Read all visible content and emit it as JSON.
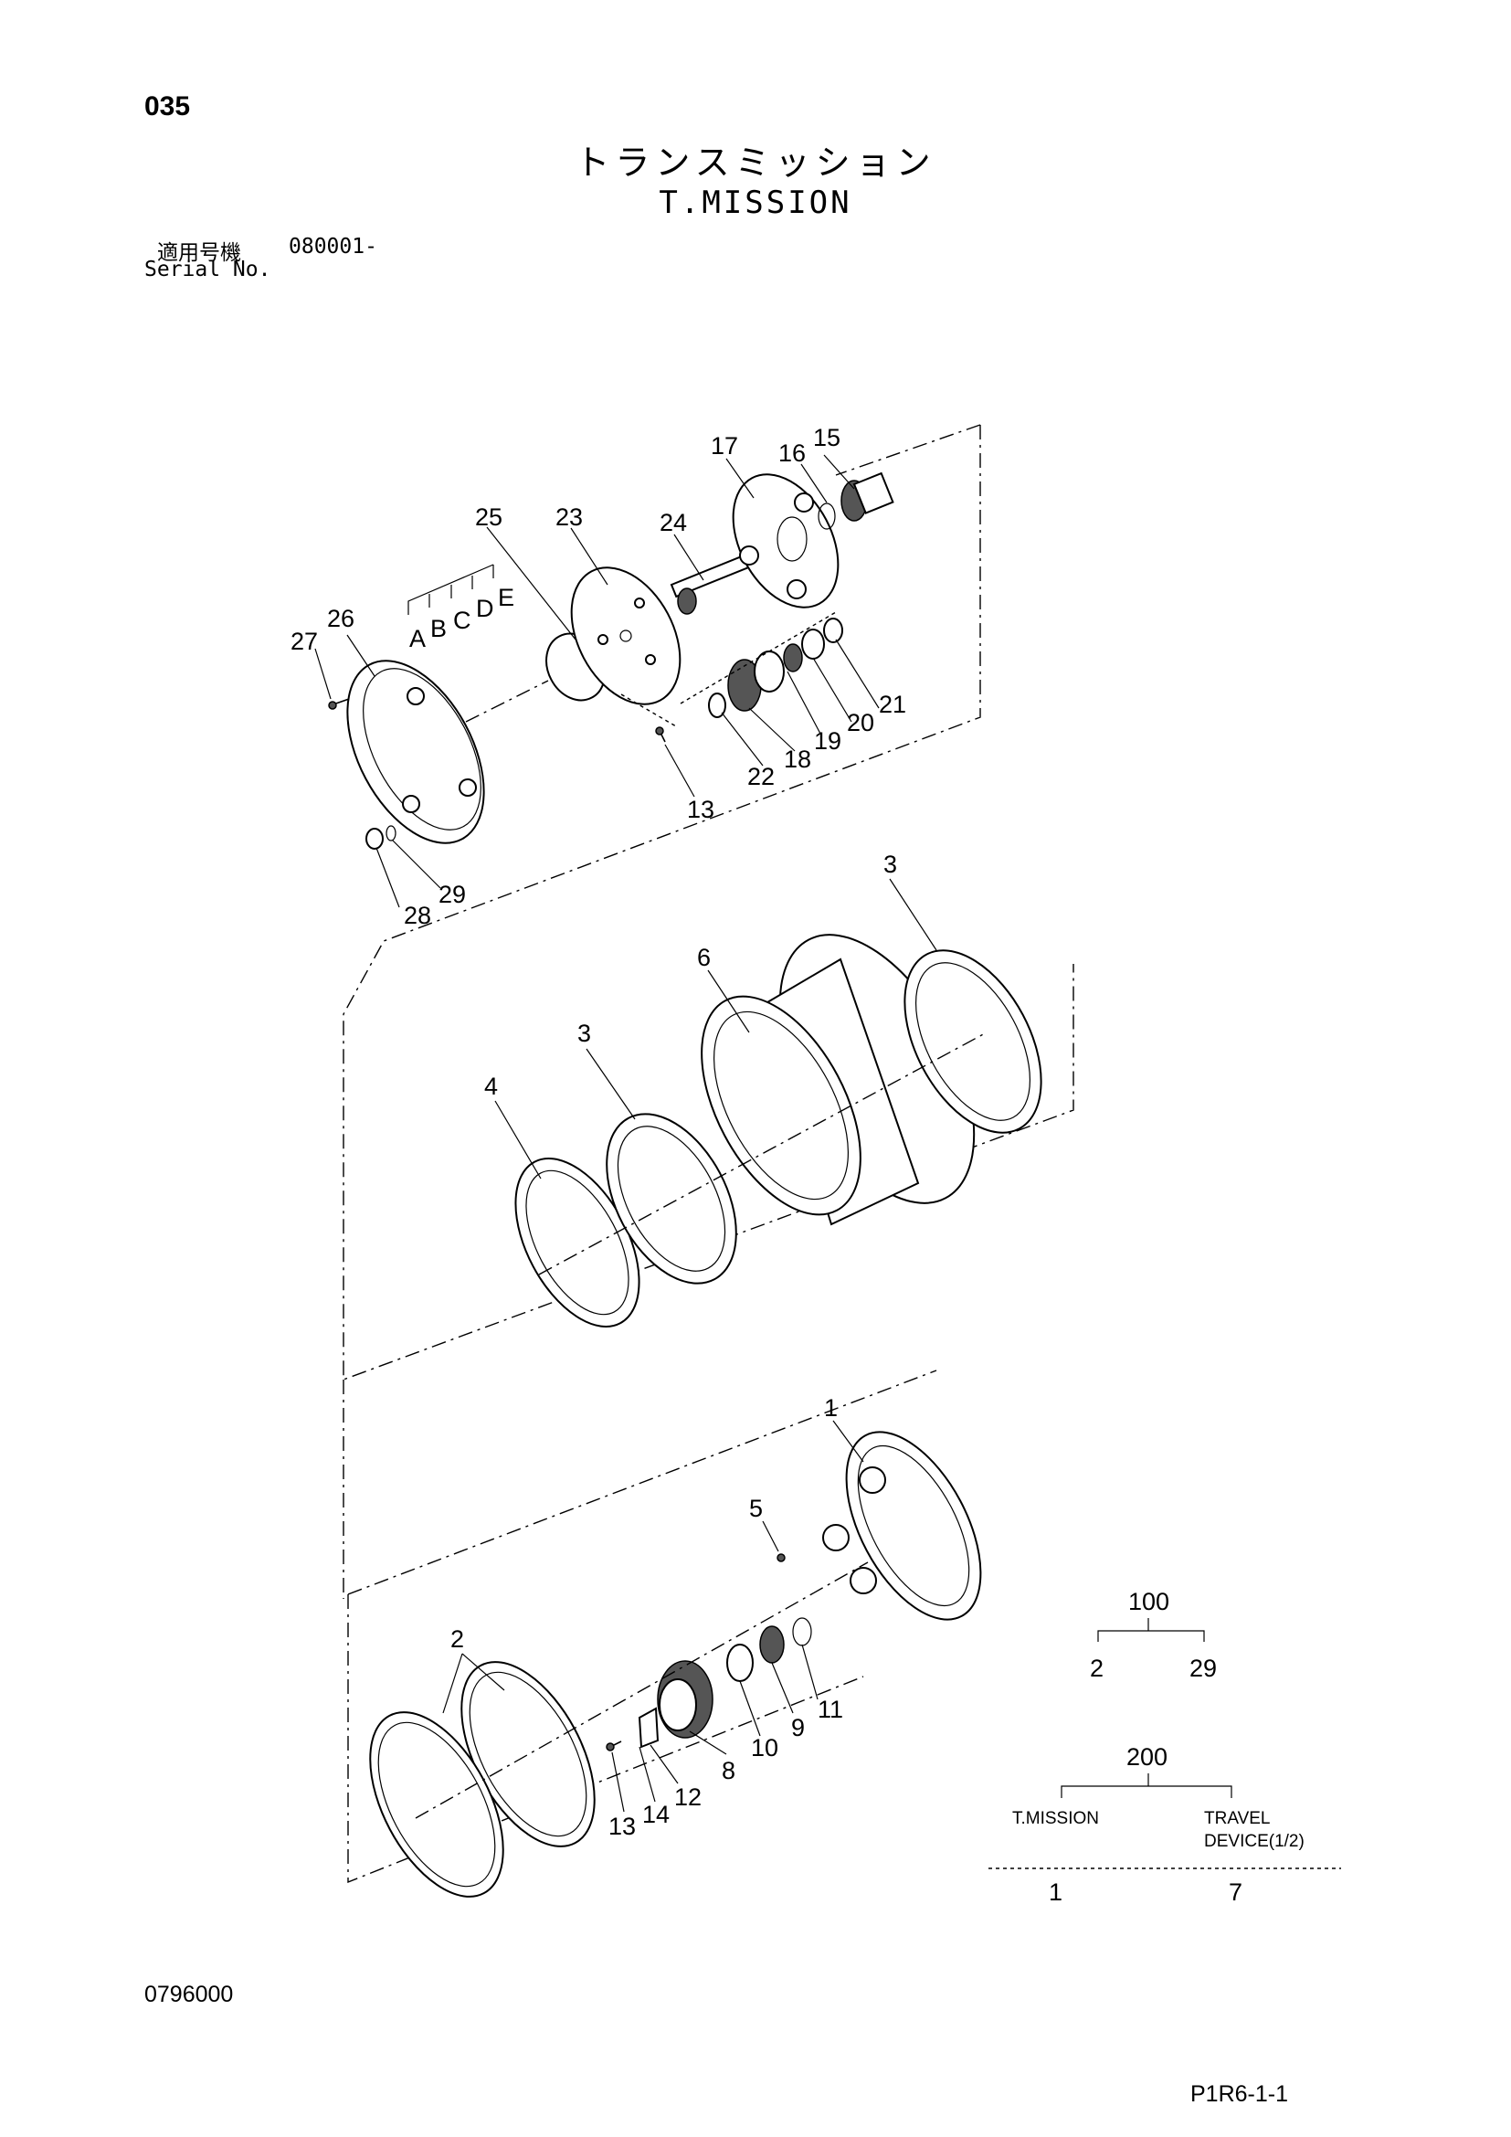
{
  "header": {
    "page_number": "035",
    "title_jp": "トランスミッション",
    "title_en": "T.MISSION",
    "serial_label_jp": "適用号機",
    "serial_value": "080001-",
    "serial_label_en": "Serial No."
  },
  "callouts": {
    "c1": "1",
    "c2": "2",
    "c3a": "3",
    "c3b": "3",
    "c4": "4",
    "c5": "5",
    "c6": "6",
    "c8": "8",
    "c9": "9",
    "c10": "10",
    "c11": "11",
    "c12": "12",
    "c13a": "13",
    "c13b": "13",
    "c14": "14",
    "c15": "15",
    "c16": "16",
    "c17": "17",
    "c18": "18",
    "c19": "19",
    "c20": "20",
    "c21": "21",
    "c22": "22",
    "c23": "23",
    "c24": "24",
    "c25": "25",
    "c26": "26",
    "c27": "27",
    "c28": "28",
    "c29": "29",
    "la": "A",
    "lb": "B",
    "lc": "C",
    "ld": "D",
    "le": "E"
  },
  "tree_100": {
    "parent": "100",
    "left": "2",
    "right": "29"
  },
  "tree_200": {
    "parent": "200",
    "left_label": "T.MISSION",
    "right_label_1": "TRAVEL",
    "right_label_2": "DEVICE(1/2)",
    "left_value": "1",
    "right_value": "7"
  },
  "footer": {
    "doc_code": "0796000",
    "page_ref": "P1R6-1-1"
  }
}
